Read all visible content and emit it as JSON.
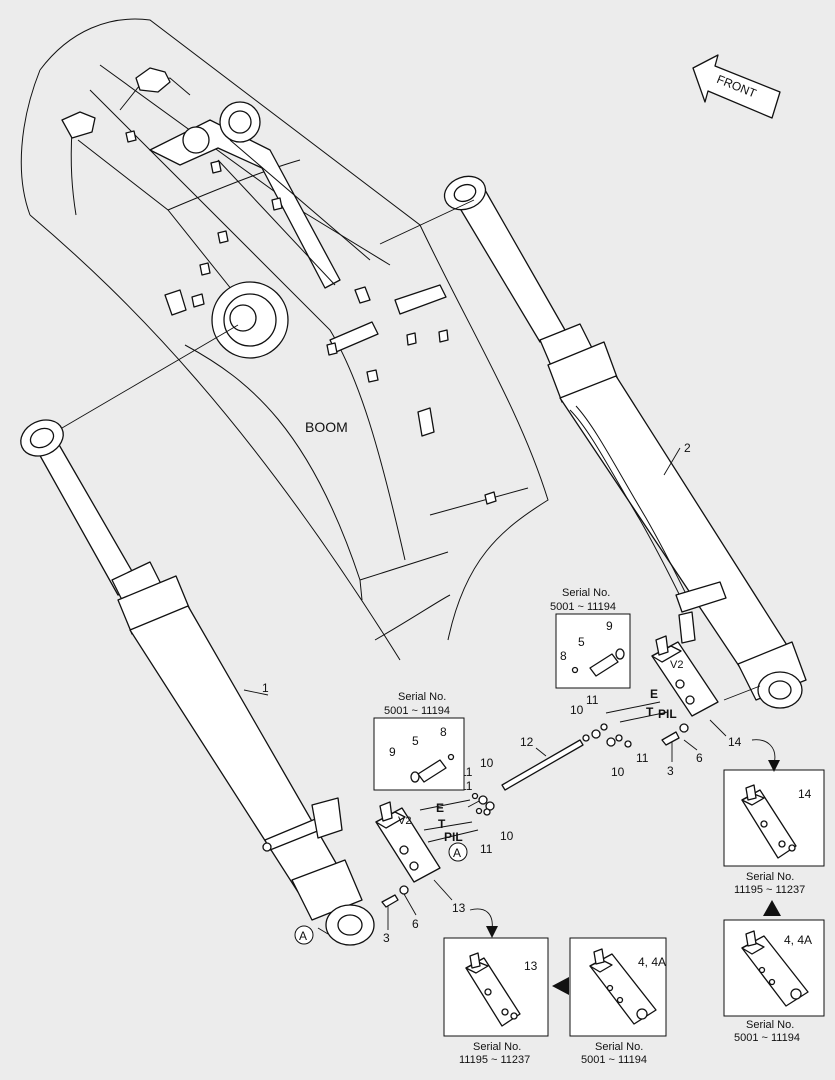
{
  "labels": {
    "boom": "BOOM",
    "front": "FRONT",
    "callout_1": "1",
    "callout_2": "2",
    "callout_3_left": "3",
    "callout_3_right": "3",
    "callout_5_left": "5",
    "callout_5_right": "5",
    "callout_6_left": "6",
    "callout_6_right": "6",
    "callout_8_left": "8",
    "callout_8_right": "8",
    "callout_9_left": "9",
    "callout_9_right": "9",
    "callout_10_a": "10",
    "callout_10_b": "10",
    "callout_10_c": "10",
    "callout_10_d": "10",
    "callout_11_a": "11",
    "callout_11_b": "11",
    "callout_11_c": "11",
    "callout_11_d": "11",
    "callout_12": "12",
    "callout_13": "13",
    "callout_14": "14",
    "detail_a_top": "A",
    "detail_a_bottom": "A",
    "port_e_left": "E",
    "port_t_left": "T",
    "port_pil_left": "PIL",
    "port_v2_left": "V2",
    "port_e_right": "E",
    "port_t_right": "T",
    "port_pil_right": "PIL",
    "port_v2_right": "V2"
  },
  "inset_boxes": {
    "serial_left": {
      "title": "Serial No.",
      "range": "5001 ~ 11194"
    },
    "serial_right": {
      "title": "Serial No.",
      "range": "5001 ~ 11194"
    }
  },
  "variant_boxes": {
    "bottom_13": {
      "part": "13",
      "title": "Serial No.",
      "range": "11195 ~ 11237"
    },
    "bottom_4": {
      "part": "4, 4A",
      "title": "Serial No.",
      "range": "5001 ~ 11194"
    },
    "right_14": {
      "part": "14",
      "title": "Serial No.",
      "range": "11195 ~ 11237"
    },
    "right_4": {
      "part": "4, 4A",
      "title": "Serial No.",
      "range": "5001 ~ 11194"
    }
  }
}
